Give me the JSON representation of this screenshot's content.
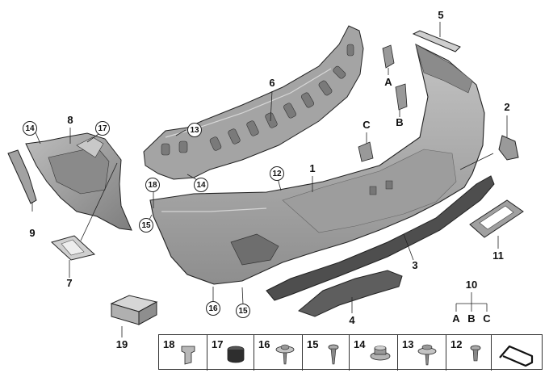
{
  "callouts": {
    "c1": "1",
    "c2": "2",
    "c3": "3",
    "c4": "4",
    "c5": "5",
    "c6": "6",
    "c7": "7",
    "c8": "8",
    "c9": "9",
    "c10": "10",
    "c11": "11",
    "c19": "19",
    "cA1": "A",
    "cB1": "B",
    "cC1": "C",
    "cA2": "A",
    "cB2": "B",
    "cC2": "C"
  },
  "circled": {
    "r14a": "14",
    "r17": "17",
    "r13": "13",
    "r14b": "14",
    "r12": "12",
    "r18": "18",
    "r15a": "15",
    "r16": "16",
    "r15b": "15"
  },
  "hardware_strip": [
    {
      "num": "18",
      "icon": "plastic-clip-icon"
    },
    {
      "num": "17",
      "icon": "rubber-buffer-icon"
    },
    {
      "num": "16",
      "icon": "washer-screw-icon"
    },
    {
      "num": "15",
      "icon": "screw-icon"
    },
    {
      "num": "14",
      "icon": "flange-nut-icon"
    },
    {
      "num": "13",
      "icon": "washer-screw-icon"
    },
    {
      "num": "12",
      "icon": "short-screw-icon"
    },
    {
      "num": "",
      "icon": "missing-part-bracket-icon"
    }
  ],
  "colors": {
    "part_fill": "#a9a9a9",
    "part_dark": "#7c7c7c",
    "part_light": "#d2d2d2",
    "line": "#222222"
  }
}
